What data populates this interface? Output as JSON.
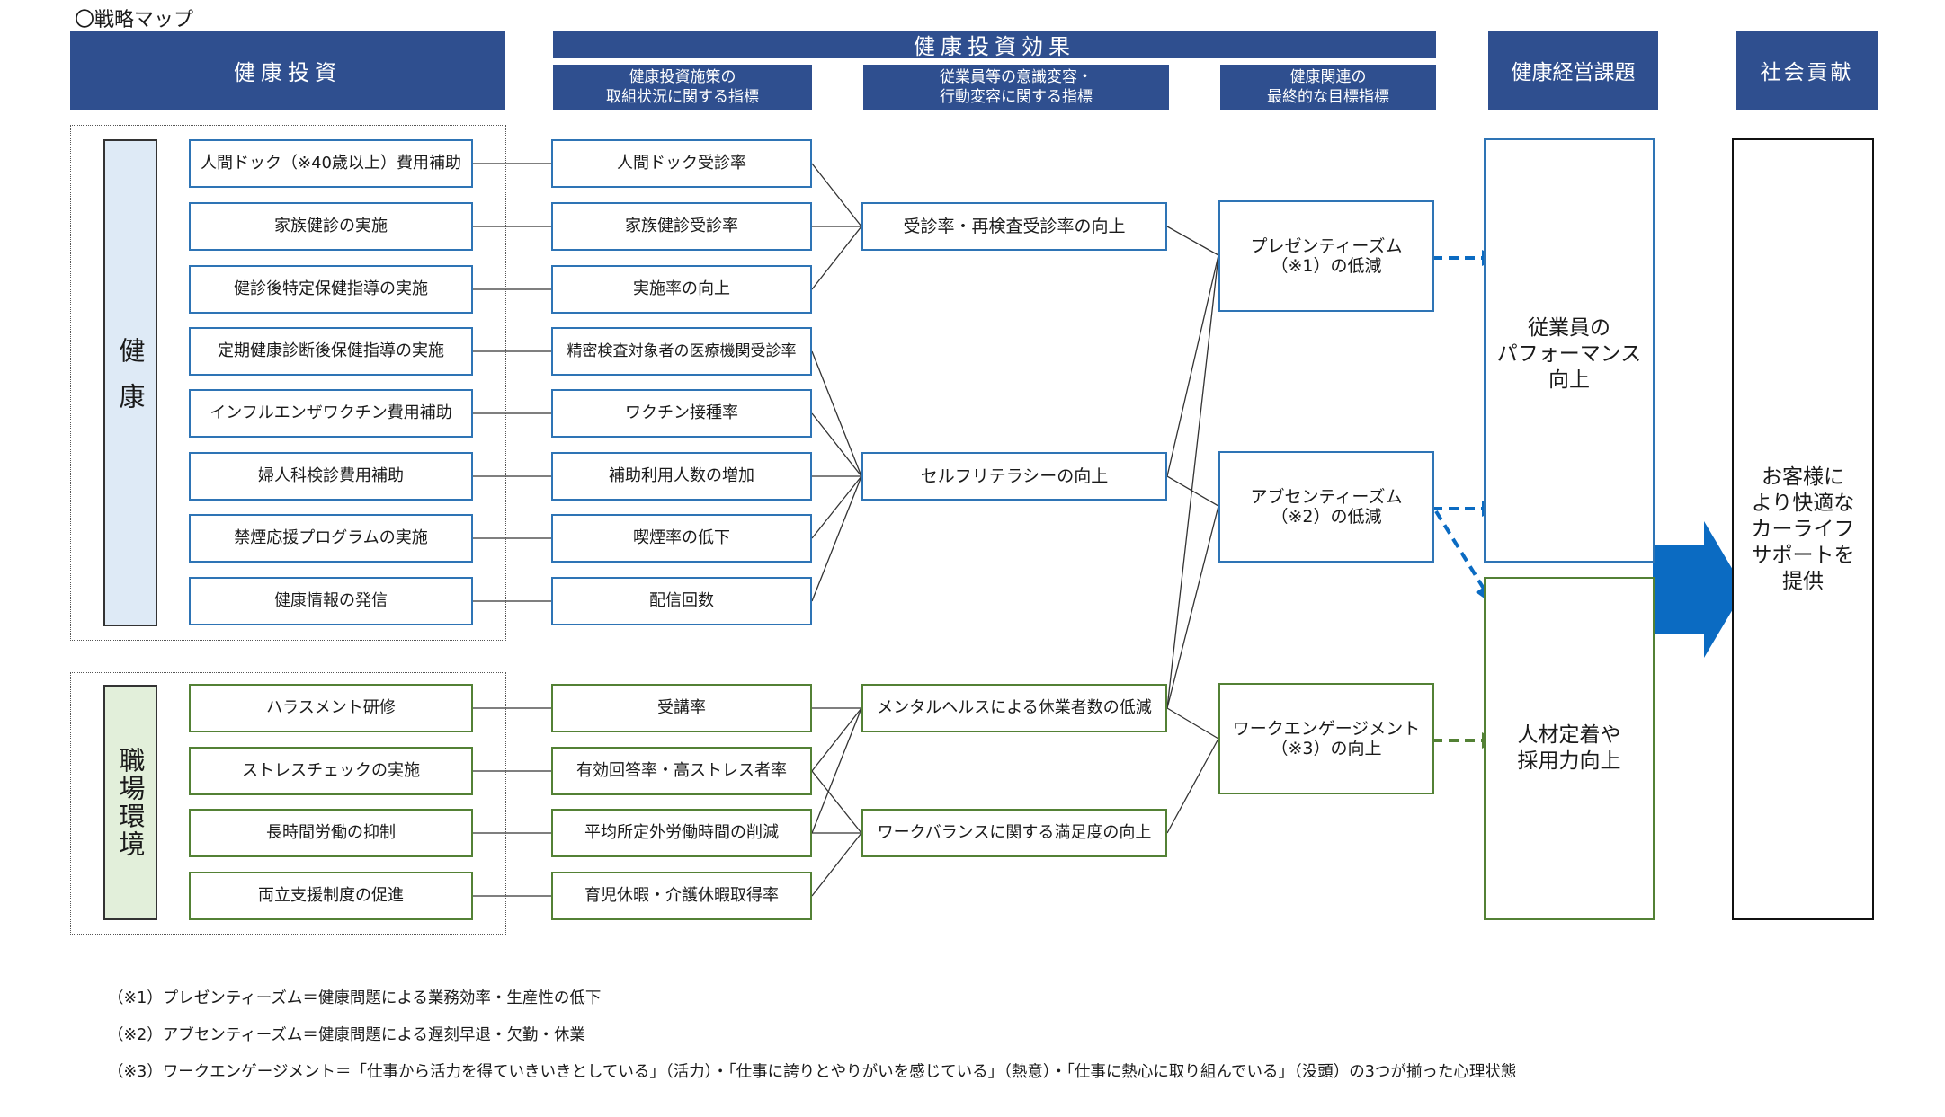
{
  "page_title": "〇戦略マップ",
  "headers": {
    "investment": "健康投資",
    "effect": "健康投資効果",
    "effect_sub1": "健康投資施策の\n取組状況に関する指標",
    "effect_sub2": "従業員等の意識変容・\n行動変容に関する指標",
    "effect_sub3": "健康関連の\n最終的な目標指標",
    "issues": "健康経営課題",
    "contribution": "社会貢献"
  },
  "groups": {
    "health": "健康",
    "workplace": "職場環境"
  },
  "measures": [
    "人間ドック（※40歳以上）費用補助",
    "家族健診の実施",
    "健診後特定保健指導の実施",
    "定期健康診断後保健指導の実施",
    "インフルエンザワクチン費用補助",
    "婦人科検診費用補助",
    "禁煙応援プログラムの実施",
    "健康情報の発信",
    "ハラスメント研修",
    "ストレスチェックの実施",
    "長時間労働の抑制",
    "両立支援制度の促進"
  ],
  "indicators": [
    "人間ドック受診率",
    "家族健診受診率",
    "実施率の向上",
    "精密検査対象者の医療機関受診率",
    "ワクチン接種率",
    "補助利用人数の増加",
    "喫煙率の低下",
    "配信回数",
    "受講率",
    "有効回答率・高ストレス者率",
    "平均所定外労働時間の削減",
    "育児休暇・介護休暇取得率"
  ],
  "behaviors": [
    "受診率・再検査受診率の向上",
    "セルフリテラシーの向上",
    "メンタルヘルスによる休業者数の低減",
    "ワークバランスに関する満足度の向上"
  ],
  "outcomes": [
    "プレゼンティーズム\n（※1）の低減",
    "アブセンティーズム\n（※2）の低減",
    "ワークエンゲージメント\n（※3）の向上"
  ],
  "issues": [
    "従業員の\nパフォーマンス\n向上",
    "人材定着や\n採用力向上"
  ],
  "contribution_text": "お客様に\nより快適な\nカーライフ\nサポートを\n提供",
  "notes": [
    "（※1）プレゼンティーズム＝健康問題による業務効率・生産性の低下",
    "（※2）アブセンティーズム＝健康問題による遅刻早退・欠勤・休業",
    "（※3）ワークエンゲージメント＝「仕事から活力を得ていきいきとしている」（活力）・「仕事に誇りとやりがいを感じている」（熱意）・「仕事に熱心に取り組んでいる」（没頭）の3つが揃った心理状態"
  ],
  "colors": {
    "header": "#2f4f8f",
    "health_border": "#2e74b5",
    "workplace_border": "#538135",
    "health_fill": "#deeaf6",
    "workplace_fill": "#e2efda",
    "arrow_blue": "#0b6bc2",
    "arrow_green": "#538135"
  }
}
